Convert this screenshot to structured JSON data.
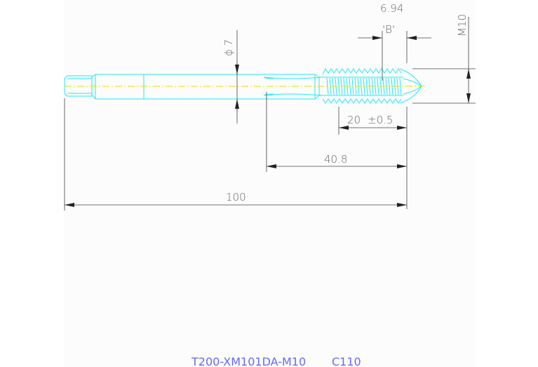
{
  "drawing": {
    "dimensions": {
      "shank_diameter": "ϕ 7",
      "b_length": "6.94",
      "b_label": "'B'",
      "thread_size": "M10",
      "thread_length": "20",
      "thread_tolerance": "±0.5",
      "flute_length": "40.8",
      "overall_length": "100"
    },
    "title_block": {
      "part_number": "T200-XM101DA-M10",
      "code": "C110"
    },
    "colors": {
      "part": "#22e8ff",
      "dimension": "#555555",
      "centerline": "#e8e000",
      "title": "#6a6af0"
    }
  }
}
